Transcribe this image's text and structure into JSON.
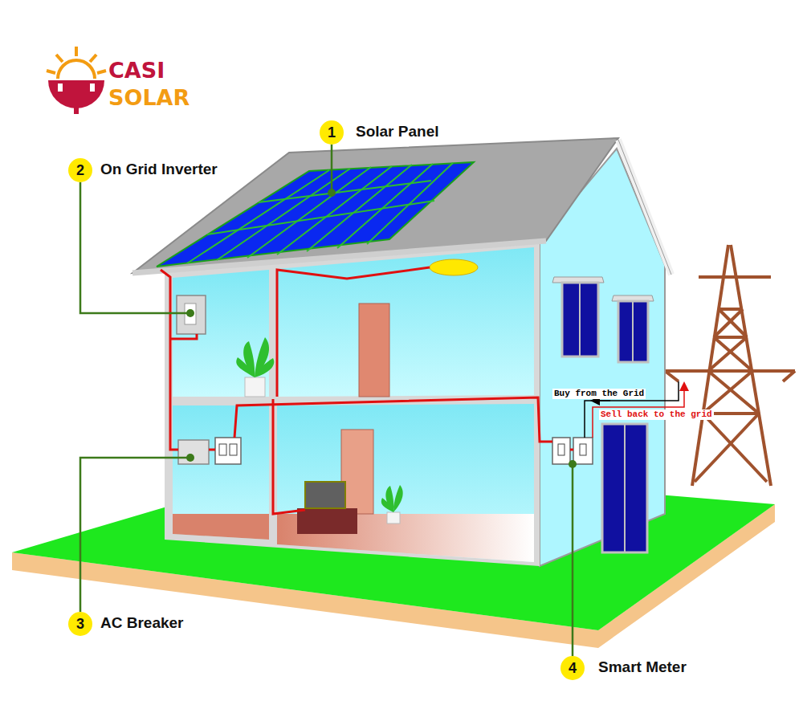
{
  "diagram": {
    "nodes": [
      {
        "text": [
          "1"
        ]
      },
      {
        "text": [
          "2"
        ]
      },
      {
        "text": [
          "3"
        ]
      },
      {
        "text": [
          "4"
        ]
      }
    ],
    "labels": [
      "CASI",
      "SOLAR",
      "Solar Panel",
      "On Grid Inverter",
      "AC Breaker",
      "Smart Meter",
      "Buy from the Grid",
      "Sell back to the grid"
    ]
  }
}
